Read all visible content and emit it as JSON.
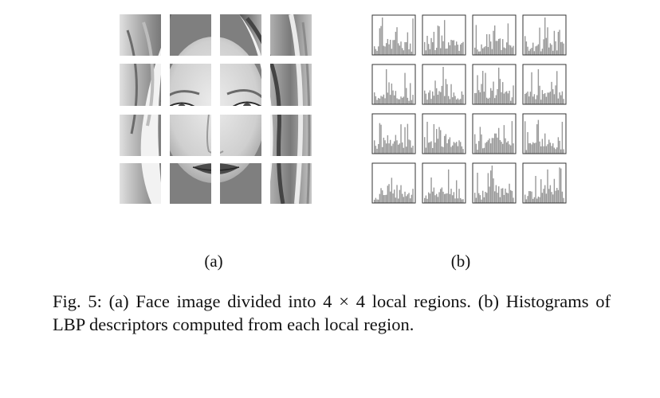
{
  "figure": {
    "panel_a_label": "(a)",
    "panel_b_label": "(b)",
    "grid": {
      "rows": 4,
      "cols": 4
    },
    "caption": "Fig. 5: (a) Face image divided into 4 × 4 local regions. (b) Histograms of LBP descriptors computed from each local region."
  },
  "colors": {
    "histogram_bar": "#9a9a9a",
    "histogram_frame": "#333333",
    "face_dark": "#3a3a3a",
    "face_light": "#e6e6e6"
  }
}
